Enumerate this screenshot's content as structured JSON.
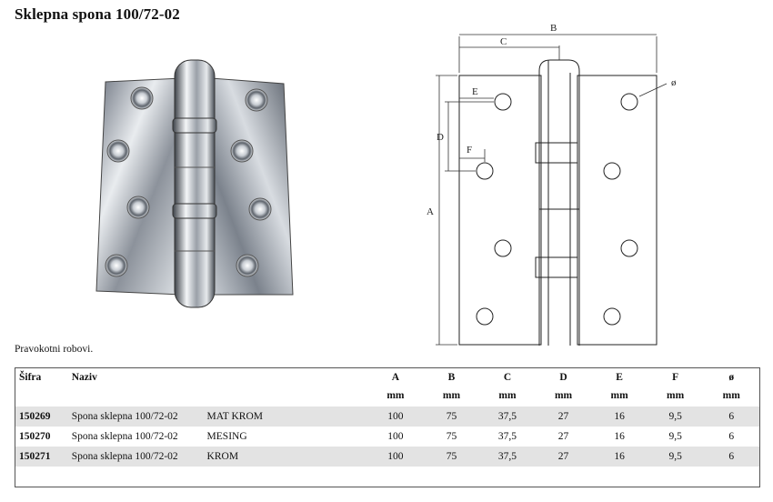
{
  "title": "Sklepna spona 100/72-02",
  "drawing_labels": {
    "A": "A",
    "B": "B",
    "C": "C",
    "D": "D",
    "E": "E",
    "F": "F",
    "diameter": "ø"
  },
  "note": "Pravokotni robovi.",
  "table": {
    "headers": {
      "code": "Šifra",
      "name": "Naziv",
      "A": "A",
      "B": "B",
      "C": "C",
      "D": "D",
      "E": "E",
      "F": "F",
      "dia": "ø"
    },
    "unit": "mm",
    "rows": [
      {
        "code": "150269",
        "name": "Spona sklepna 100/72-02",
        "variant": "MAT KROM",
        "A": "100",
        "B": "75",
        "C": "37,5",
        "D": "27",
        "E": "16",
        "F": "9,5",
        "dia": "6"
      },
      {
        "code": "150270",
        "name": "Spona sklepna 100/72-02",
        "variant": "MESING",
        "A": "100",
        "B": "75",
        "C": "37,5",
        "D": "27",
        "E": "16",
        "F": "9,5",
        "dia": "6"
      },
      {
        "code": "150271",
        "name": "Spona sklepna 100/72-02",
        "variant": "KROM",
        "A": "100",
        "B": "75",
        "C": "37,5",
        "D": "27",
        "E": "16",
        "F": "9,5",
        "dia": "6"
      }
    ]
  }
}
